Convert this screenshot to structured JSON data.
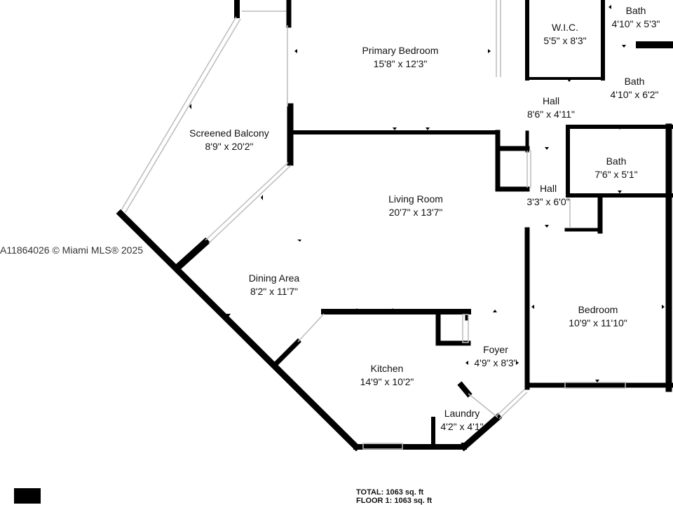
{
  "watermark": "A11864026 © Miami MLS® 2025",
  "rooms": {
    "primary_bedroom": {
      "name": "Primary Bedroom",
      "dims": "15'8\" x 12'3\""
    },
    "wic": {
      "name": "W.I.C.",
      "dims": "5'5\" x 8'3\""
    },
    "bath_top": {
      "name": "Bath",
      "dims": "4'10\" x 5'3\""
    },
    "bath_2": {
      "name": "Bath",
      "dims": "4'10\" x 6'2\""
    },
    "hall_upper": {
      "name": "Hall",
      "dims": "8'6\" x 4'11\""
    },
    "bath_3": {
      "name": "Bath",
      "dims": "7'6\" x 5'1\""
    },
    "hall_lower": {
      "name": "Hall",
      "dims": "3'3\" x 6'0\""
    },
    "screened_balcony": {
      "name": "Screened Balcony",
      "dims": "8'9\" x 20'2\""
    },
    "living_room": {
      "name": "Living Room",
      "dims": "20'7\" x 13'7\""
    },
    "dining_area": {
      "name": "Dining Area",
      "dims": "8'2\" x 11'7\""
    },
    "bedroom": {
      "name": "Bedroom",
      "dims": "10'9\" x 11'10\""
    },
    "foyer": {
      "name": "Foyer",
      "dims": "4'9\" x 8'3\""
    },
    "kitchen": {
      "name": "Kitchen",
      "dims": "14'9\" x 10'2\""
    },
    "laundry": {
      "name": "Laundry",
      "dims": "4'2\" x 4'1\""
    }
  },
  "totals": {
    "total": "TOTAL: 1063 sq. ft",
    "floor1": "FLOOR 1: 1063 sq. ft"
  }
}
